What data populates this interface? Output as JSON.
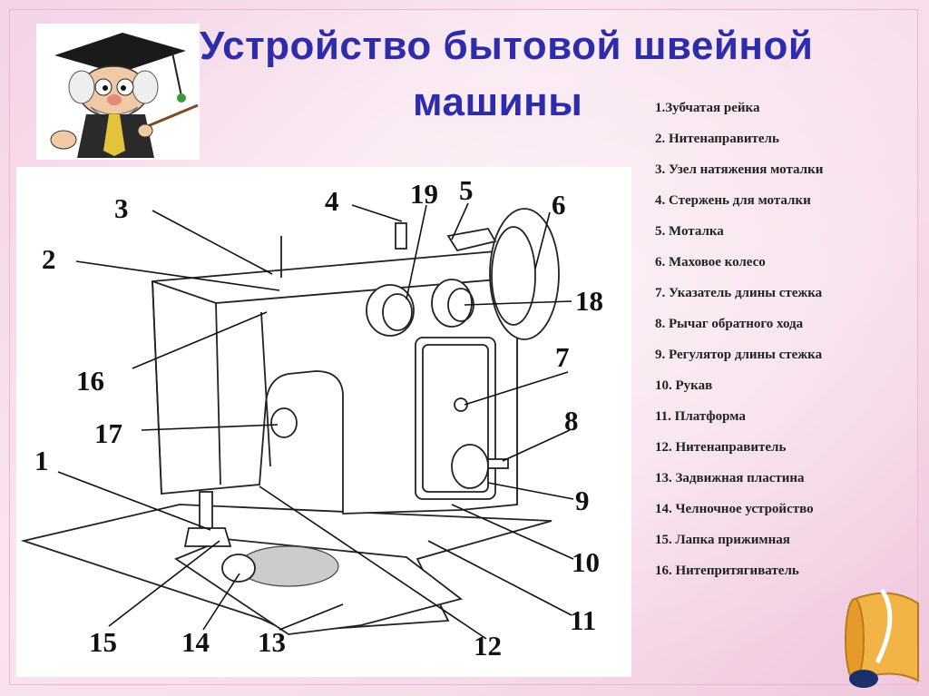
{
  "title": {
    "line1": "Устройство бытовой швейной",
    "line2": "машины"
  },
  "legend": [
    "1.Зубчатая рейка",
    "2. Нитенаправитель",
    "3. Узел натяжения моталки",
    "4. Стержень для моталки",
    "5. Моталка",
    "6. Маховое колесо",
    "7. Указатель длины стежка",
    "8. Рычаг обратного хода",
    "9. Регулятор длины стежка",
    "10. Рукав",
    "11. Платформа",
    "12. Нитенаправитель",
    "13. Задвижная пластина",
    "14. Челночное устройство",
    "15. Лапка прижимная",
    "16. Нитепритягиватель"
  ],
  "callouts": {
    "n1": "1",
    "n2": "2",
    "n3": "3",
    "n4": "4",
    "n5": "5",
    "n6": "6",
    "n7": "7",
    "n8": "8",
    "n9": "9",
    "n10": "10",
    "n11": "11",
    "n12": "12",
    "n13": "13",
    "n14": "14",
    "n15": "15",
    "n16": "16",
    "n17": "17",
    "n18": "18",
    "n19": "19"
  },
  "colors": {
    "title": "#2d2dac",
    "background": "#f6dbe9"
  }
}
